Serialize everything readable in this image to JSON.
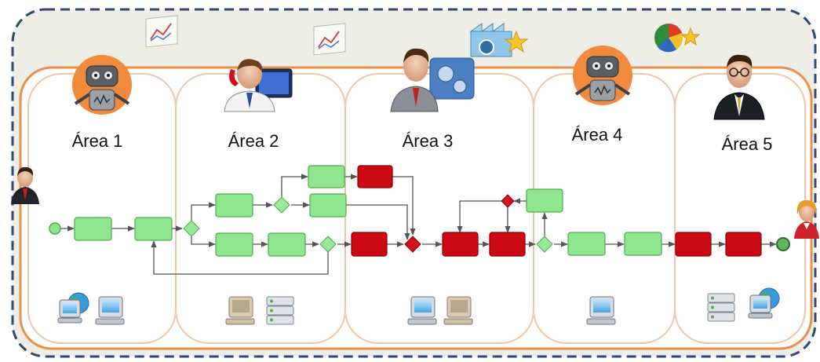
{
  "areas": [
    {
      "label": "Área 1",
      "actor_icon": "robot-icon",
      "device_icons": [
        "globe-computer-icon",
        "computer-icon"
      ]
    },
    {
      "label": "Área 2",
      "actor_icon": "operator-with-phone-icon",
      "device_icons": [
        "computer-beige-icon",
        "server-icon"
      ]
    },
    {
      "label": "Área 3",
      "actor_icon": "man-with-gear-panel-icon",
      "device_icons": [
        "computer-icon",
        "computer-beige-icon"
      ]
    },
    {
      "label": "Área 4",
      "actor_icon": "robot-icon",
      "device_icons": [
        "computer-icon"
      ]
    },
    {
      "label": "Área 5",
      "actor_icon": "businessman-glasses-icon",
      "device_icons": [
        "server-icon",
        "globe-computer-icon"
      ]
    }
  ],
  "decorations": [
    "chart-document-icon",
    "chart-document-icon",
    "factory-star-icon",
    "pie-chart-star-icon"
  ],
  "external_actors": [
    "businessman-start-icon",
    "woman-end-icon"
  ],
  "colors": {
    "outer_border": "#2e4a7a",
    "outer_fill": "#eeede6",
    "pool_border": "#e8914b",
    "lane_fill": "#ffffff",
    "task_manual": "#8ee68e",
    "task_manual_stroke": "#4fa94f",
    "task_automated": "#cc0a14",
    "task_automated_stroke": "#8a0008",
    "gateway_manual": "#9ae89a",
    "gateway_automated": "#d0101a",
    "start_event": "#8ee68e",
    "end_event": "#5fb85f",
    "flow_line": "#555555"
  }
}
